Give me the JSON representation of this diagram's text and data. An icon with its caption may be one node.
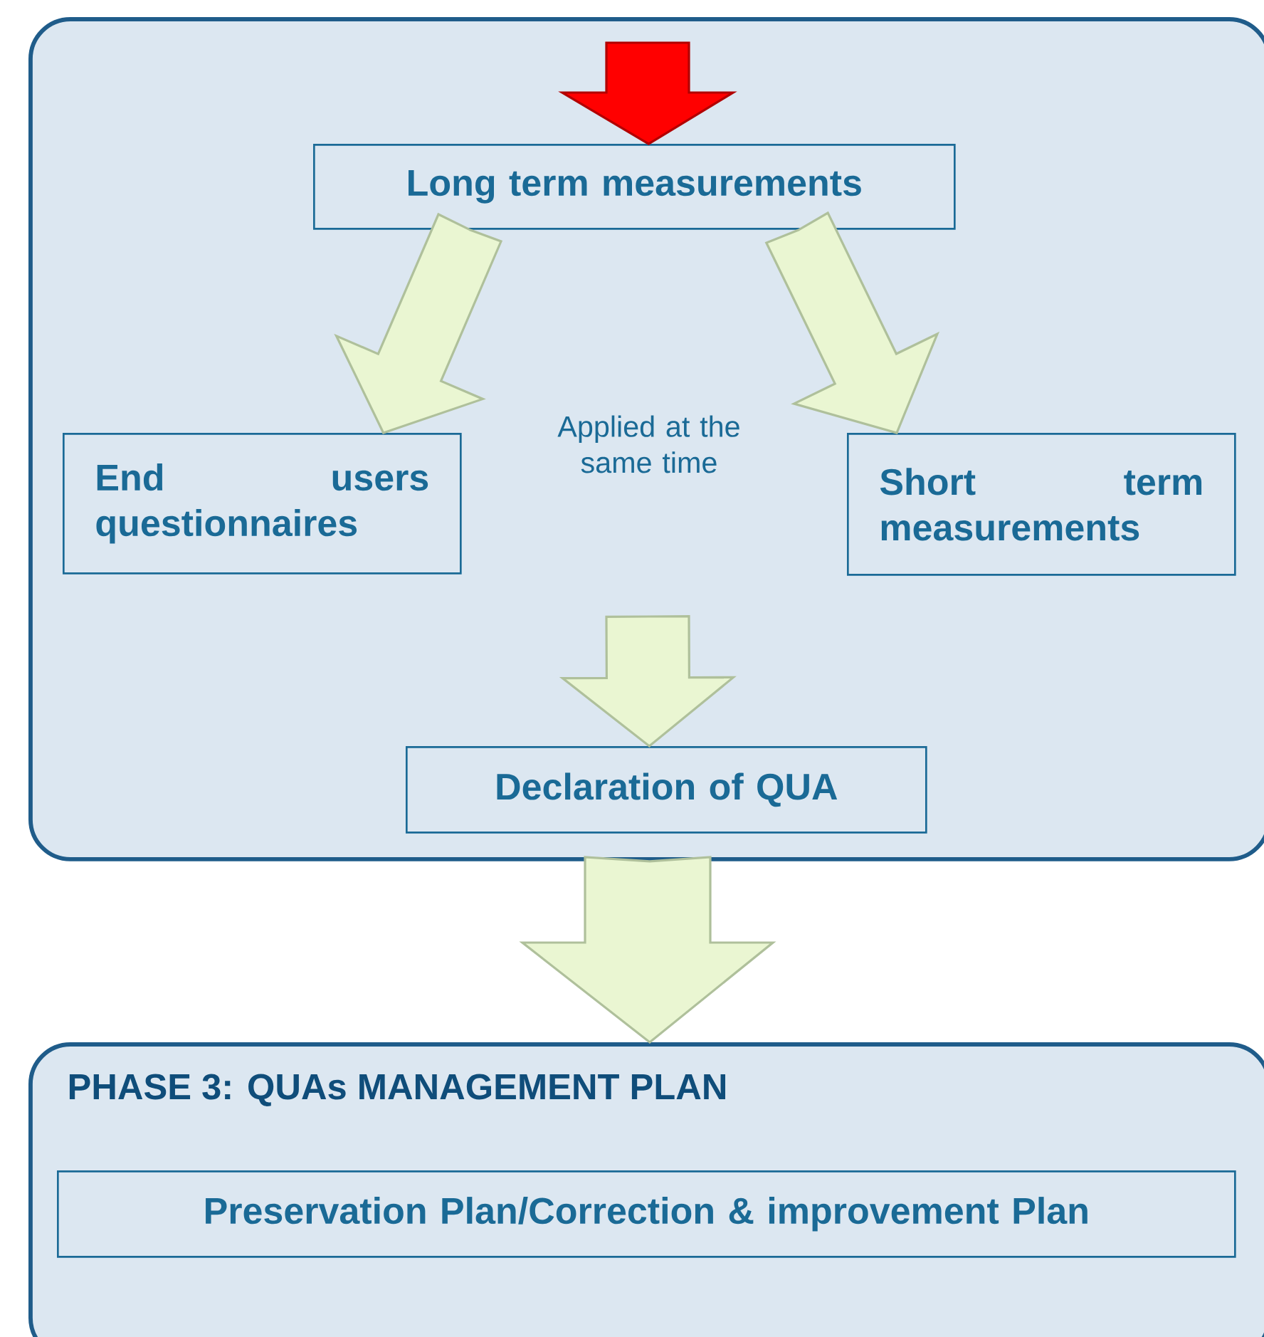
{
  "diagram": {
    "nodes": [
      {
        "text": [],
        "shape": "box"
      },
      {
        "text": [
          "Long term measurements"
        ],
        "in": 0
      },
      {
        "text": [
          "End users questionnaires"
        ],
        "in": 0
      },
      {
        "text": [
          "Short term measurements"
        ],
        "in": 0
      },
      {
        "text": [
          "Declaration of QUA"
        ],
        "in": 0
      },
      {
        "text": [
          "PHASE 3: QUAs MANAGEMENT PLAN"
        ]
      },
      {
        "text": [
          "Preservation Plan/Correction & improvement Plan"
        ],
        "in": 5
      }
    ],
    "edges": [
      {
        "from": null,
        "to": 1,
        "arrow": "to",
        "color": "#ff0000"
      },
      {
        "from": 1,
        "to": 2,
        "arrow": "to"
      },
      {
        "from": 1,
        "to": 3,
        "arrow": "to"
      },
      {
        "from": null,
        "to": 4,
        "arrow": "to"
      },
      {
        "from": 0,
        "to": 5,
        "arrow": "to"
      }
    ],
    "labels": [
      "Applied at the same time"
    ]
  }
}
